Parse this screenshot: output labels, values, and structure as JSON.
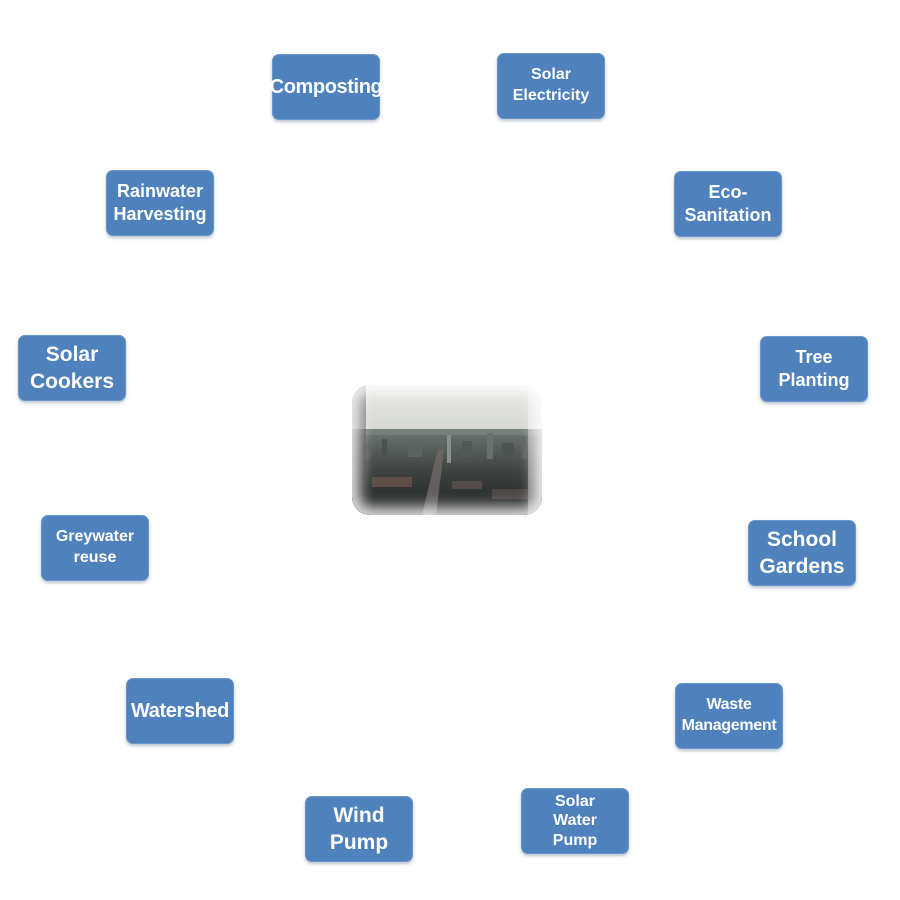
{
  "nodes": [
    {
      "id": "composting",
      "label": "Composting"
    },
    {
      "id": "solar-electricity",
      "label": "Solar\nElectricity"
    },
    {
      "id": "eco-sanitation",
      "label": "Eco-\nSanitation"
    },
    {
      "id": "tree-planting",
      "label": "Tree\nPlanting"
    },
    {
      "id": "school-gardens",
      "label": "School\nGardens"
    },
    {
      "id": "waste-management",
      "label": "Waste\nManagement"
    },
    {
      "id": "solar-water-pump",
      "label": "Solar\nWater\nPump"
    },
    {
      "id": "wind-pump",
      "label": "Wind\nPump"
    },
    {
      "id": "watershed",
      "label": "Watershed"
    },
    {
      "id": "greywater-reuse",
      "label": "Greywater\nreuse"
    },
    {
      "id": "solar-cookers",
      "label": "Solar\nCookers"
    },
    {
      "id": "rainwater-harvesting",
      "label": "Rainwater\nHarvesting"
    }
  ],
  "center": {
    "icon": "city-skyline-photo"
  },
  "colors": {
    "node_fill": "#4f81bd",
    "node_text": "#ffffff"
  }
}
